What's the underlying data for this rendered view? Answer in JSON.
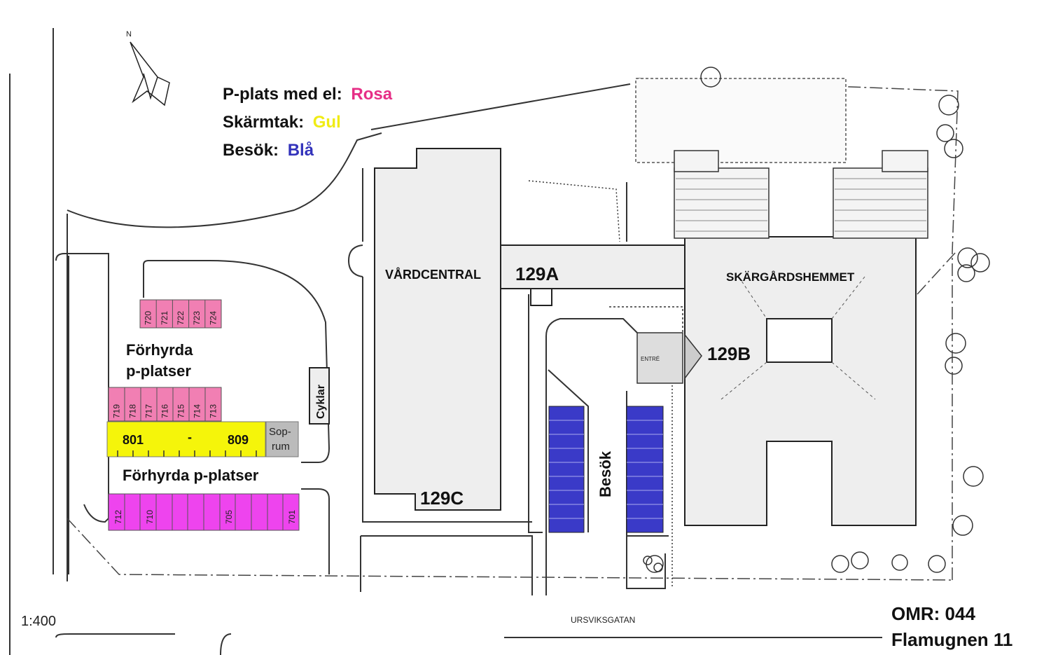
{
  "legend": {
    "el_label": "P-plats med el:",
    "el_value": "Rosa",
    "tak_label": "Skärmtak:",
    "tak_value": "Gul",
    "besok_label": "Besök:",
    "besok_value": "Blå"
  },
  "colors": {
    "rosa": "#e8468e",
    "rosa_light": "#f17fb3",
    "magenta": "#ee44ee",
    "gul": "#f5f50a",
    "bla": "#3a3ac8",
    "building": "#eeeeee",
    "soprum": "#bbbbbb"
  },
  "north": "N",
  "buildings": {
    "vardcentral": "VÅRDCENTRAL",
    "skargardshemmet": "SKÄRGÅRDSHEMMET",
    "entr": "ENTRÉ"
  },
  "entrances": {
    "a": "129A",
    "b": "129B",
    "c": "129C"
  },
  "areas": {
    "forhyrda_upper_1": "Förhyrda",
    "forhyrda_upper_2": "p-platser",
    "forhyrda_lower": "Förhyrda p-platser",
    "cyklar": "Cyklar",
    "soprum_1": "Sop-",
    "soprum_2": "rum",
    "besok": "Besök"
  },
  "spots": {
    "top_row": [
      "720",
      "721",
      "722",
      "723",
      "724"
    ],
    "middle_row": [
      "719",
      "718",
      "717",
      "716",
      "715",
      "714",
      "713"
    ],
    "bottom_row": [
      "712",
      "710",
      "705",
      "701"
    ],
    "carport_start": "801",
    "carport_dash": "-",
    "carport_end": "809"
  },
  "street": "URSVIKSGATAN",
  "scale": "1:400",
  "omr": "OMR: 044",
  "property": "Flamugnen 11"
}
